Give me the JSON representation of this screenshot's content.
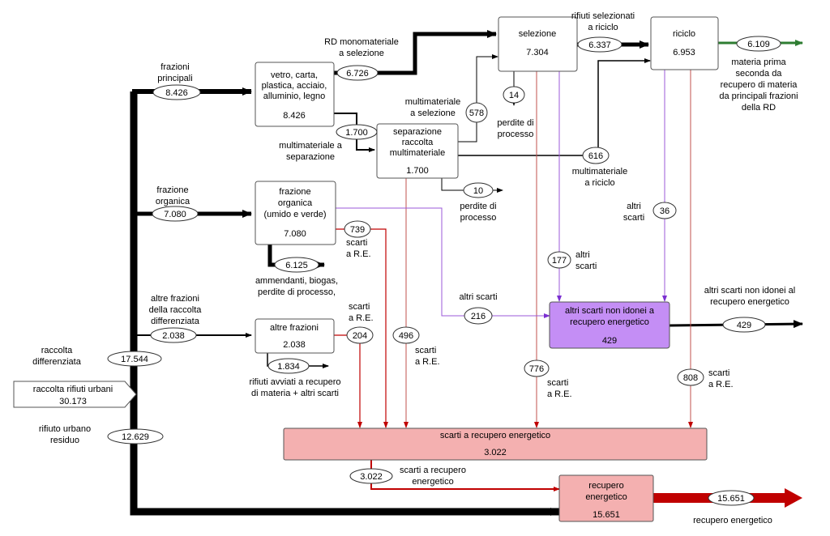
{
  "colors": {
    "black_flow": "#000000",
    "red_flow": "#c00000",
    "red_thin": "#c0504d",
    "purple_flow": "#9b59d9",
    "green_flow": "#2e7d32",
    "purple_box": "#c48ef5",
    "pink_box": "#f4b0b0"
  },
  "source": {
    "line1": "raccolta rifiuti urbani",
    "value": "30.173"
  },
  "streams": {
    "rd": {
      "line1": "raccolta",
      "line2": "differenziata",
      "value": "17.544"
    },
    "rur": {
      "line1": "rifiuto urbano",
      "line2": "residuo",
      "value": "12.629"
    }
  },
  "principali": {
    "label1": "frazioni",
    "label2": "principali",
    "in_value": "8.426",
    "box_lines": [
      "vetro, carta,",
      "plastica, acciaio,",
      "alluminio, legno"
    ],
    "box_value": "8.426",
    "mono_label1": "RD monomateriale",
    "mono_label2": "a selezione",
    "mono_value": "6.726",
    "multi_label1": "multimateriale a",
    "multi_label2": "separazione",
    "multi_value": "1.700"
  },
  "separazione": {
    "box_lines": [
      "separazione",
      "raccolta",
      "multimateriale"
    ],
    "box_value": "1.700",
    "to_sel_label1": "multimateriale",
    "to_sel_label2": "a selezione",
    "to_sel_value": "578",
    "loss_value": "10",
    "loss_label1": "perdite di",
    "loss_label2": "processo",
    "to_ric_value": "616",
    "to_ric_label1": "multimateriale",
    "to_ric_label2": "a riciclo",
    "scarti_value": "496",
    "scarti_label1": "scarti",
    "scarti_label2": "a R.E."
  },
  "selezione": {
    "title": "selezione",
    "value": "7.304",
    "loss_value": "14",
    "loss_label1": "perdite di",
    "loss_label2": "processo",
    "out_label1": "rifiuti selezionati",
    "out_label2": "a riciclo",
    "out_value": "6.337",
    "altri_value": "177",
    "altri_label1": "altri",
    "altri_label2": "scarti",
    "scarti_value": "776",
    "scarti_label1": "scarti",
    "scarti_label2": "a R.E."
  },
  "riciclo": {
    "title": "riciclo",
    "value": "6.953",
    "out_value": "6.109",
    "out_lines": [
      "materia prima",
      "seconda da",
      "recupero di materia",
      "da principali frazioni",
      "della RD"
    ],
    "altri_value": "36",
    "altri_label1": "altri",
    "altri_label2": "scarti",
    "scarti_value": "808",
    "scarti_label1": "scarti",
    "scarti_label2": "a R.E."
  },
  "organica": {
    "label1": "frazione",
    "label2": "organica",
    "in_value": "7.080",
    "box_lines": [
      "frazione",
      "organica",
      "(umido e verde)"
    ],
    "box_value": "7.080",
    "out_value": "6.125",
    "out_label1": "ammendanti, biogas,",
    "out_label2": "perdite di processo,",
    "scarti_value": "739",
    "scarti_label1": "scarti",
    "scarti_label2": "a R.E.",
    "altri_label": "altri scarti",
    "altri_value": "216"
  },
  "altre": {
    "label1": "altre frazioni",
    "label2": "della raccolta",
    "label3": "differenziata",
    "in_value": "2.038",
    "box_title": "altre frazioni",
    "box_value": "2.038",
    "out_value": "1.834",
    "out_label1": "rifiuti avviati a recupero",
    "out_label2": "di materia + altri scarti",
    "scarti_value": "204",
    "scarti_label1": "scarti",
    "scarti_label2": "a R.E."
  },
  "non_idonei": {
    "line1": "altri scarti non idonei a",
    "line2": "recupero energetico",
    "value": "429",
    "out_label1": "altri scarti non idonei al",
    "out_label2": "recupero energetico",
    "out_value": "429"
  },
  "scarti_re": {
    "title": "scarti a recupero energetico",
    "value": "3.022",
    "out_value": "3.022",
    "out_label1": "scarti a recupero",
    "out_label2": "energetico"
  },
  "recupero": {
    "line1": "recupero",
    "line2": "energetico",
    "value": "15.651",
    "out_value": "15.651",
    "out_label": "recupero energetico"
  }
}
